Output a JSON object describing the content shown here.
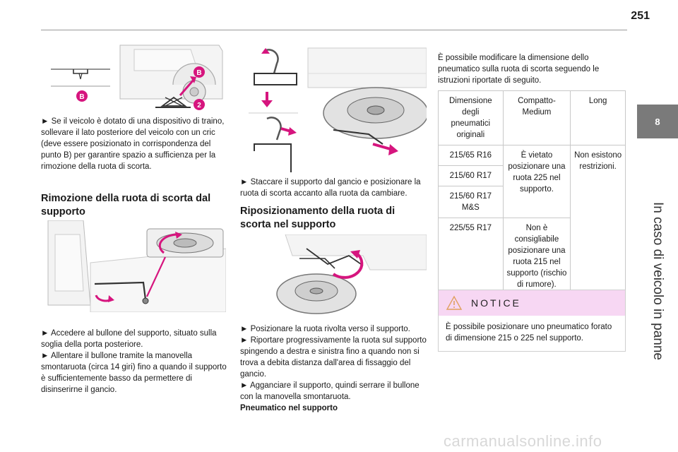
{
  "page": {
    "number": "251"
  },
  "chapter": {
    "number": "8",
    "title": "In caso di veicolo in panne"
  },
  "col1": {
    "para1": "► Se il veicolo è dotato di una dispositivo di traino, sollevare il lato posteriore del veicolo con un cric (deve essere posizionato in corrispondenza del punto B) per garantire spazio a sufficienza per la rimozione della ruota di scorta.",
    "section_title": "Rimozione della ruota di scorta dal supporto",
    "para2_a": "► Accedere al bullone del supporto, situato sulla soglia della porta posteriore.",
    "para2_b": "► Allentare il bullone tramite la manovella smontaruota (circa 14 giri) fino a quando il supporto è sufficientemente basso da permettere di disinserirne il gancio.",
    "fig1_labels": {
      "b_left": "B",
      "b_right": "B",
      "two": "2"
    }
  },
  "col2": {
    "para1": "► Staccare il supporto dal gancio e posizionare la ruota di scorta accanto alla ruota da cambiare.",
    "section_title": "Riposizionamento della ruota di scorta nel supporto",
    "para2_a": "► Posizionare la ruota rivolta verso il supporto.",
    "para2_b": "► Riportare progressivamente la ruota sul supporto spingendo a destra e sinistra fino a quando non si trova a debita distanza dall'area di fissaggio del gancio.",
    "para2_c": "► Agganciare il supporto, quindi serrare il bullone con la manovella smontaruota.",
    "para2_d": "Pneumatico nel supporto"
  },
  "col3": {
    "intro": "È possibile modificare la dimensione dello pneumatico sulla ruota di scorta seguendo le istruzioni riportate di seguito.",
    "table": {
      "headers": [
        "Dimensione degli pneumatici originali",
        "Compatto-Medium",
        "Long"
      ],
      "rows": [
        "215/65 R16",
        "215/60 R17",
        "215/60 R17 M&S",
        "225/55 R17"
      ],
      "compact_group": "È vietato posizionare una ruota 225 nel supporto.",
      "compact_last": "Non è consigliabile posizionare una ruota 215 nel supporto (rischio di rumore).",
      "long_all": "Non esistono restrizioni."
    },
    "notice": {
      "label": "NOTICE",
      "text": "È possibile posizionare uno pneumatico forato di dimensione 215 o 225 nel supporto."
    }
  },
  "watermark": "carmanualsonline.info",
  "colors": {
    "accent_magenta": "#d6157e",
    "notice_bg": "#f7d7f3",
    "tab_grey": "#7a7a7a"
  }
}
